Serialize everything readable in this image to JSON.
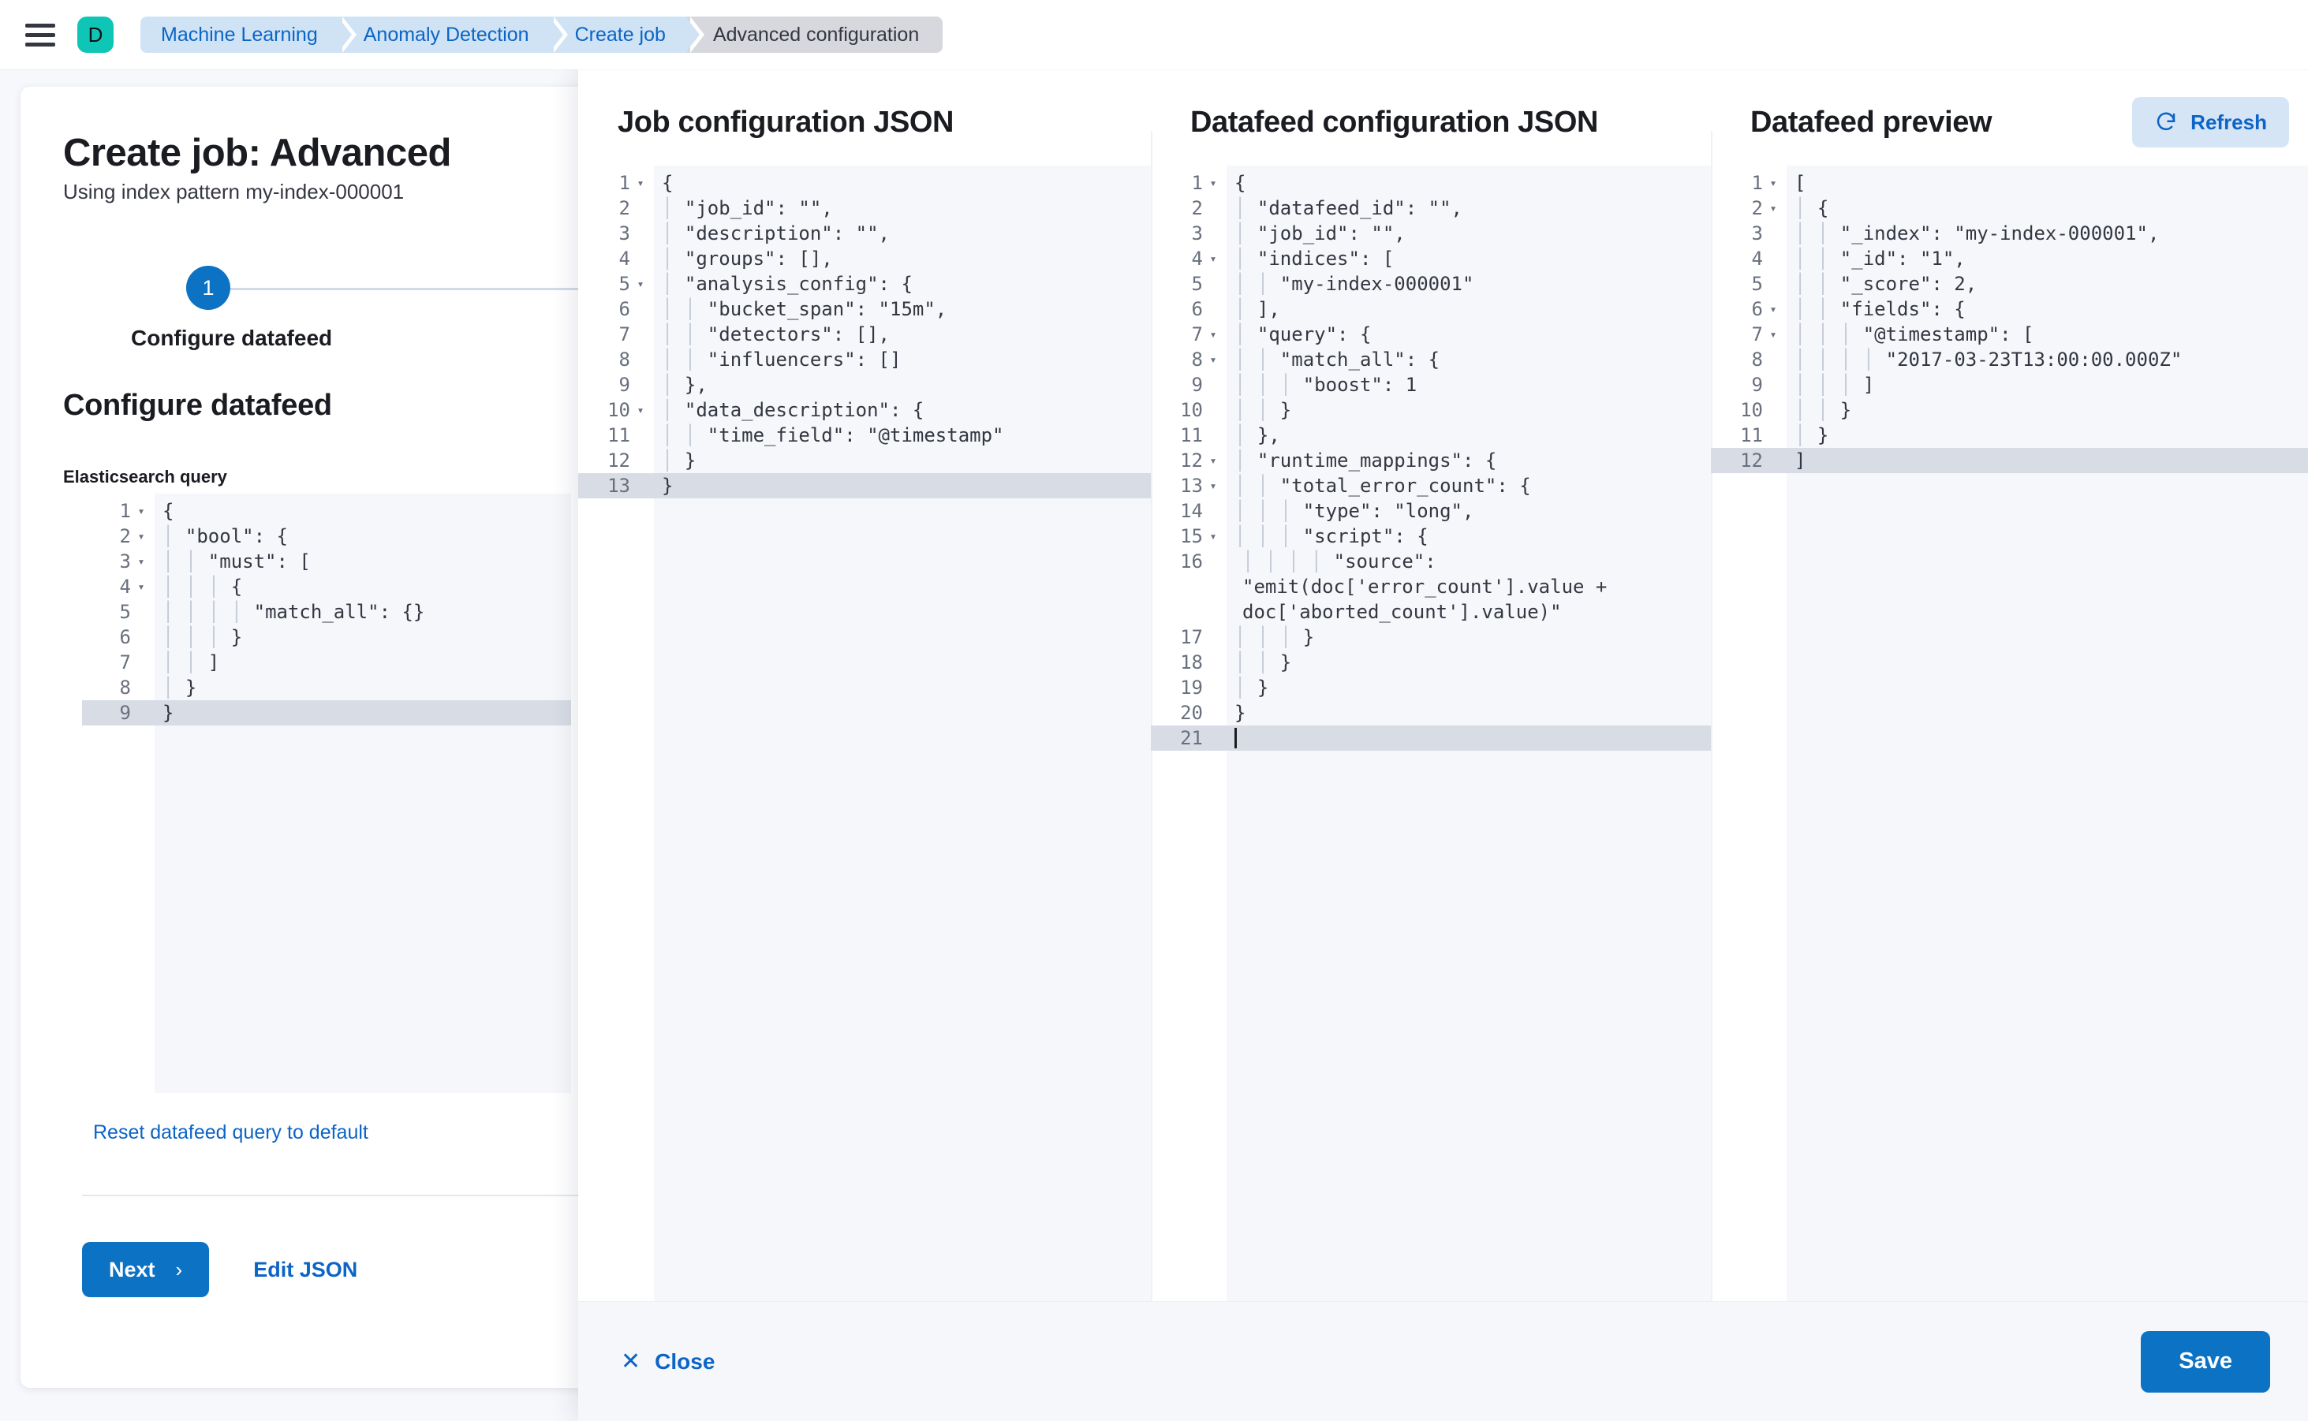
{
  "topnav": {
    "menu_icon": "hamburger-menu-icon",
    "avatar_letter": "D",
    "breadcrumbs": [
      {
        "label": "Machine Learning",
        "current": false
      },
      {
        "label": "Anomaly Detection",
        "current": false
      },
      {
        "label": "Create job",
        "current": false
      },
      {
        "label": "Advanced configuration",
        "current": true
      }
    ]
  },
  "page": {
    "title": "Create job: Advanced",
    "subtitle": "Using index pattern my-index-000001",
    "step_number": "1",
    "step_label": "Configure datafeed",
    "section_title": "Configure datafeed",
    "query_field_label": "Elasticsearch query",
    "reset_link": "Reset datafeed query to default",
    "next_button": "Next",
    "next_chevron": "›",
    "edit_json_link": "Edit JSON",
    "query_editor": {
      "active_line": 9,
      "lines": [
        {
          "n": 1,
          "fold": true,
          "text": "{"
        },
        {
          "n": 2,
          "fold": true,
          "text": "  \"bool\": {"
        },
        {
          "n": 3,
          "fold": true,
          "text": "    \"must\": ["
        },
        {
          "n": 4,
          "fold": true,
          "text": "      {"
        },
        {
          "n": 5,
          "fold": false,
          "text": "        \"match_all\": {}"
        },
        {
          "n": 6,
          "fold": false,
          "text": "      }"
        },
        {
          "n": 7,
          "fold": false,
          "text": "    ]"
        },
        {
          "n": 8,
          "fold": false,
          "text": "  }"
        },
        {
          "n": 9,
          "fold": false,
          "text": "}"
        }
      ]
    }
  },
  "flyout": {
    "columns": [
      {
        "id": "job-configuration-json",
        "title": "Job configuration JSON",
        "has_refresh": false,
        "active_line": 13,
        "lines": [
          {
            "n": 1,
            "fold": true,
            "text": "{"
          },
          {
            "n": 2,
            "fold": false,
            "text": "  \"job_id\": \"\","
          },
          {
            "n": 3,
            "fold": false,
            "text": "  \"description\": \"\","
          },
          {
            "n": 4,
            "fold": false,
            "text": "  \"groups\": [],"
          },
          {
            "n": 5,
            "fold": true,
            "text": "  \"analysis_config\": {"
          },
          {
            "n": 6,
            "fold": false,
            "text": "    \"bucket_span\": \"15m\","
          },
          {
            "n": 7,
            "fold": false,
            "text": "    \"detectors\": [],"
          },
          {
            "n": 8,
            "fold": false,
            "text": "    \"influencers\": []"
          },
          {
            "n": 9,
            "fold": false,
            "text": "  },"
          },
          {
            "n": 10,
            "fold": true,
            "text": "  \"data_description\": {"
          },
          {
            "n": 11,
            "fold": false,
            "text": "    \"time_field\": \"@timestamp\""
          },
          {
            "n": 12,
            "fold": false,
            "text": "  }"
          },
          {
            "n": 13,
            "fold": false,
            "text": "}"
          }
        ]
      },
      {
        "id": "datafeed-configuration-json",
        "title": "Datafeed configuration JSON",
        "has_refresh": false,
        "active_line": 21,
        "lines": [
          {
            "n": 1,
            "fold": true,
            "text": "{"
          },
          {
            "n": 2,
            "fold": false,
            "text": "  \"datafeed_id\": \"\","
          },
          {
            "n": 3,
            "fold": false,
            "text": "  \"job_id\": \"\","
          },
          {
            "n": 4,
            "fold": true,
            "text": "  \"indices\": ["
          },
          {
            "n": 5,
            "fold": false,
            "text": "    \"my-index-000001\""
          },
          {
            "n": 6,
            "fold": false,
            "text": "  ],"
          },
          {
            "n": 7,
            "fold": true,
            "text": "  \"query\": {"
          },
          {
            "n": 8,
            "fold": true,
            "text": "    \"match_all\": {"
          },
          {
            "n": 9,
            "fold": false,
            "text": "      \"boost\": 1"
          },
          {
            "n": 10,
            "fold": false,
            "text": "    }"
          },
          {
            "n": 11,
            "fold": false,
            "text": "  },"
          },
          {
            "n": 12,
            "fold": true,
            "text": "  \"runtime_mappings\": {"
          },
          {
            "n": 13,
            "fold": true,
            "text": "    \"total_error_count\": {"
          },
          {
            "n": 14,
            "fold": false,
            "text": "      \"type\": \"long\","
          },
          {
            "n": 15,
            "fold": true,
            "text": "      \"script\": {"
          },
          {
            "n": 16,
            "fold": false,
            "text": "        \"source\": \"emit(doc['error_count'].value + doc['aborted_count'].value)\""
          },
          {
            "n": 17,
            "fold": false,
            "text": "      }"
          },
          {
            "n": 18,
            "fold": false,
            "text": "    }"
          },
          {
            "n": 19,
            "fold": false,
            "text": "  }"
          },
          {
            "n": 20,
            "fold": false,
            "text": "}"
          },
          {
            "n": 21,
            "fold": false,
            "text": ""
          }
        ]
      },
      {
        "id": "datafeed-preview",
        "title": "Datafeed preview",
        "has_refresh": true,
        "refresh_label": "Refresh",
        "active_line": 12,
        "lines": [
          {
            "n": 1,
            "fold": true,
            "text": "["
          },
          {
            "n": 2,
            "fold": true,
            "text": "  {"
          },
          {
            "n": 3,
            "fold": false,
            "text": "    \"_index\": \"my-index-000001\","
          },
          {
            "n": 4,
            "fold": false,
            "text": "    \"_id\": \"1\","
          },
          {
            "n": 5,
            "fold": false,
            "text": "    \"_score\": 2,"
          },
          {
            "n": 6,
            "fold": true,
            "text": "    \"fields\": {"
          },
          {
            "n": 7,
            "fold": true,
            "text": "      \"@timestamp\": ["
          },
          {
            "n": 8,
            "fold": false,
            "text": "        \"2017-03-23T13:00:00.000Z\""
          },
          {
            "n": 9,
            "fold": false,
            "text": "      ]"
          },
          {
            "n": 10,
            "fold": false,
            "text": "    }"
          },
          {
            "n": 11,
            "fold": false,
            "text": "  }"
          },
          {
            "n": 12,
            "fold": false,
            "text": "]"
          }
        ]
      }
    ],
    "footer": {
      "close_label": "Close",
      "close_icon": "close-x-icon",
      "save_label": "Save"
    }
  },
  "colors": {
    "accent_blue": "#0b72c4",
    "link_blue": "#0b64c6",
    "avatar_teal": "#0fc6b6",
    "crumb_blue_bg": "#cfe3f5",
    "crumb_current_bg": "#d6d8dd",
    "json_key": "#0077a0",
    "json_string": "#007e3a",
    "editor_bg": "#f5f7fa",
    "active_line_bg": "#d8dce5"
  }
}
